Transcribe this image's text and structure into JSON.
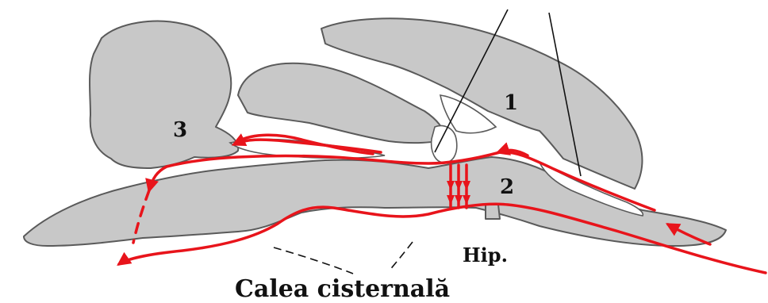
{
  "diagram": {
    "labels": {
      "region_1": "1",
      "region_2": "2",
      "region_3": "3",
      "hip": "Hip.",
      "caption": "Calea cisternală"
    },
    "colors": {
      "tissue": "#c8c8c8",
      "outline": "#5a5a5a",
      "flow": "#e8141b",
      "text": "#111111"
    }
  }
}
